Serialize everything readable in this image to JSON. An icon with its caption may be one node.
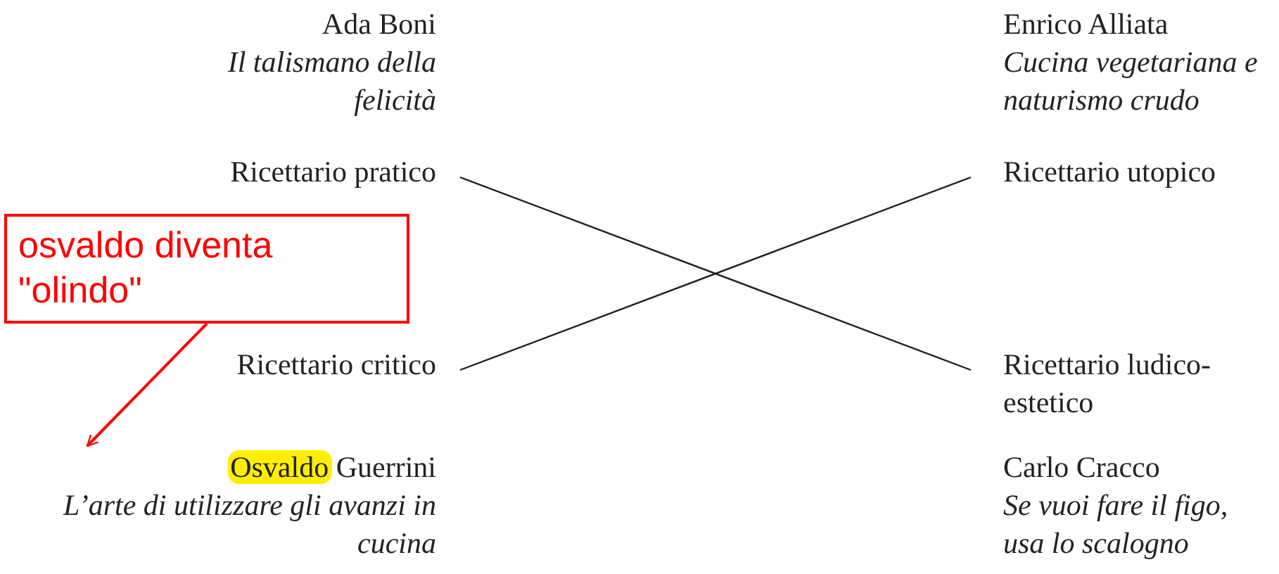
{
  "diagram": {
    "nodes": [
      {
        "text": [
          "Ricettario pratico"
        ]
      },
      {
        "text": [
          "Ricettario utopico"
        ]
      },
      {
        "text": [
          "Ricettario critico"
        ]
      },
      {
        "text": [
          "Ricettario ludico-estetico"
        ]
      },
      {
        "text": [
          "osvaldo diventa \"olindo\""
        ]
      },
      {
        "text": [
          "Osvaldo Guerrini",
          "L’arte di utilizzare gli avanzi in cucina"
        ]
      }
    ],
    "edges": [
      {
        "from": 0,
        "to": 3,
        "arrow": "none"
      },
      {
        "from": 2,
        "to": 1,
        "arrow": "none"
      },
      {
        "from": 4,
        "to": 5,
        "arrow": "to",
        "color": "#ff0000"
      }
    ],
    "labels": [
      "Ada Boni",
      "Il talismano della felicità",
      "Enrico Alliata",
      "Cucina vegetariana e naturismo crudo",
      "Carlo Cracco",
      "Se vuoi fare il figo, usa lo scalogno"
    ]
  }
}
